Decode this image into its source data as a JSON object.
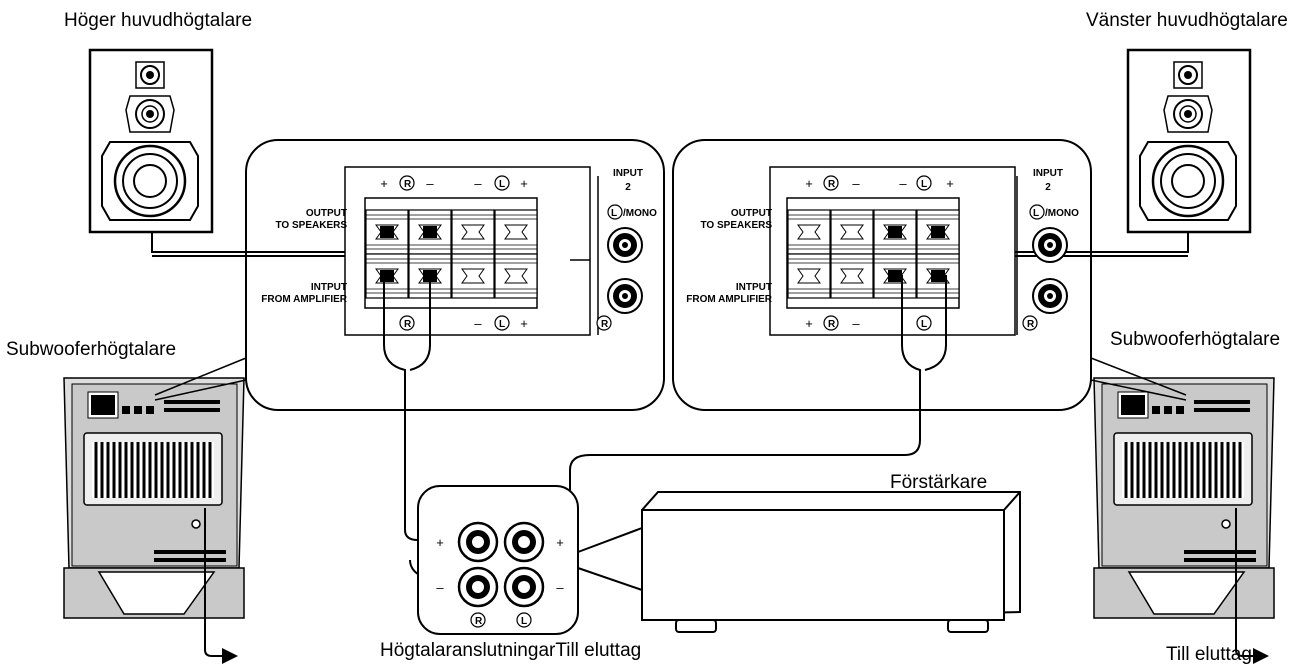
{
  "labels": {
    "right_main_speaker": "Höger huvudhögtalare",
    "left_main_speaker": "Vänster huvudhögtalare",
    "subwoofer_left": "Subwooferhögtalare",
    "subwoofer_right": "Subwooferhögtalare",
    "amplifier": "Förstärkare",
    "bottom_center": "HögtalaranslutningarTill eluttag",
    "bottom_right": "Till eluttag"
  },
  "panel": {
    "output_title": "OUTPUT",
    "output_sub": "TO SPEAKERS",
    "input_title": "INTPUT",
    "input_sub": "FROM AMPLIFIER",
    "input2_title": "INPUT",
    "input2_num": "2",
    "mono_label": "/MONO",
    "plus": "+",
    "minus": "–",
    "r_mark": "R",
    "l_mark": "L"
  }
}
